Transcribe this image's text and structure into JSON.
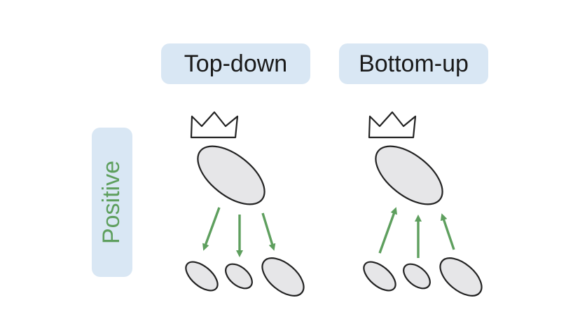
{
  "labels": {
    "top_down": "Top-down",
    "bottom_up": "Bottom-up",
    "side": "Positive"
  },
  "colors": {
    "pill_bg": "#d9e7f4",
    "arrow": "#5e9f5e",
    "blob_fill": "#e6e6e8",
    "outline": "#222222"
  }
}
